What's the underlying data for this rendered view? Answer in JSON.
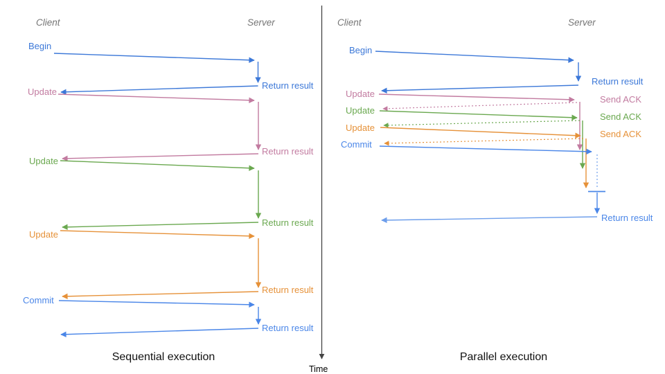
{
  "diagram_title": "Sequential vs Parallel execution",
  "time_label": "Time",
  "colors": {
    "blue": "#3c78d8",
    "blue_bright": "#4a86e8",
    "blue_light": "#6d9eeb",
    "pink": "#c27ba0",
    "green": "#6aa84f",
    "orange": "#e69138",
    "header_gray": "#757575",
    "axis_gray": "#444444",
    "title_dark": "#111111"
  },
  "left": {
    "title": "Sequential execution",
    "client": "Client",
    "server": "Server",
    "steps": [
      {
        "label": "Begin",
        "result": "Return result",
        "color": "blue"
      },
      {
        "label": "Update",
        "result": "Return result",
        "color": "pink"
      },
      {
        "label": "Update",
        "result": "Return result",
        "color": "green"
      },
      {
        "label": "Update",
        "result": "Return result",
        "color": "orange"
      },
      {
        "label": "Commit",
        "result": "Return result",
        "color": "blue_bright"
      }
    ]
  },
  "right": {
    "title": "Parallel execution",
    "client": "Client",
    "server": "Server",
    "steps": [
      {
        "label": "Begin",
        "result": "Return result",
        "color": "blue"
      },
      {
        "label": "Update",
        "result": "Send ACK",
        "color": "pink"
      },
      {
        "label": "Update",
        "result": "Send ACK",
        "color": "green"
      },
      {
        "label": "Update",
        "result": "Send ACK",
        "color": "orange"
      },
      {
        "label": "Commit",
        "result": "Return result",
        "color": "blue_bright"
      }
    ]
  }
}
